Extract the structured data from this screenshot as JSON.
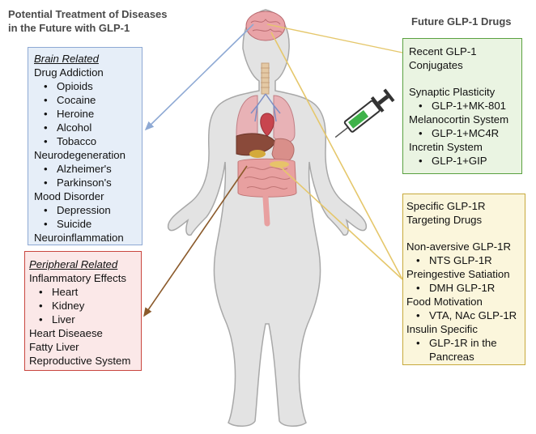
{
  "left_title": [
    "Potential Treatment of Diseases",
    "in the Future with GLP-1"
  ],
  "right_title": "Future GLP-1 Drugs",
  "brain_box": {
    "heading": "Brain Related",
    "line1": "Drug Addiction",
    "addiction": [
      "Opioids",
      "Cocaine",
      "Heroine",
      "Alcohol",
      "Tobacco"
    ],
    "line2": "Neurodegeneration",
    "neuro": [
      "Alzheimer's",
      "Parkinson's"
    ],
    "line3": "Mood Disorder",
    "mood": [
      "Depression",
      "Suicide"
    ],
    "line4": "Neuroinflammation"
  },
  "peripheral_box": {
    "heading": "Peripheral Related",
    "line1": "Inflammatory Effects",
    "inflammatory": [
      "Heart",
      "Kidney",
      "Liver"
    ],
    "line2": "Heart Diseaese",
    "line3": "Fatty Liver",
    "line4": "Reproductive System"
  },
  "conjugates_box": {
    "line1": "Recent GLP-1",
    "line2": "Conjugates",
    "line3": "Synaptic Plasticity",
    "b1": "GLP-1+MK-801",
    "line4": "Melanocortin System",
    "b2": "GLP-1+MC4R",
    "line5": "Incretin System",
    "b3": "GLP-1+GIP"
  },
  "glp1r_box": {
    "line1": "Specific GLP-1R",
    "line2": "Targeting Drugs",
    "line3": "Non-aversive GLP-1R",
    "b1": "NTS GLP-1R",
    "line4": "Preingestive Satiation",
    "b2": "DMH GLP-1R",
    "line5": "Food Motivation",
    "b3": "VTA, NAc GLP-1R",
    "line6": "Insulin Specific",
    "b4a": "GLP-1R in the",
    "b4b": "Pancreas"
  },
  "colors": {
    "brain_border": "#8ea9d4",
    "brain_fill": "#e6eef8",
    "periph_border": "#c9463f",
    "periph_fill": "#fbe8e8",
    "green_border": "#5aa140",
    "green_fill": "#eaf4e2",
    "yellow_border": "#c7a93c",
    "yellow_fill": "#fbf6dc",
    "body": "#e3e3e3",
    "body_outline": "#a8a8a8"
  }
}
